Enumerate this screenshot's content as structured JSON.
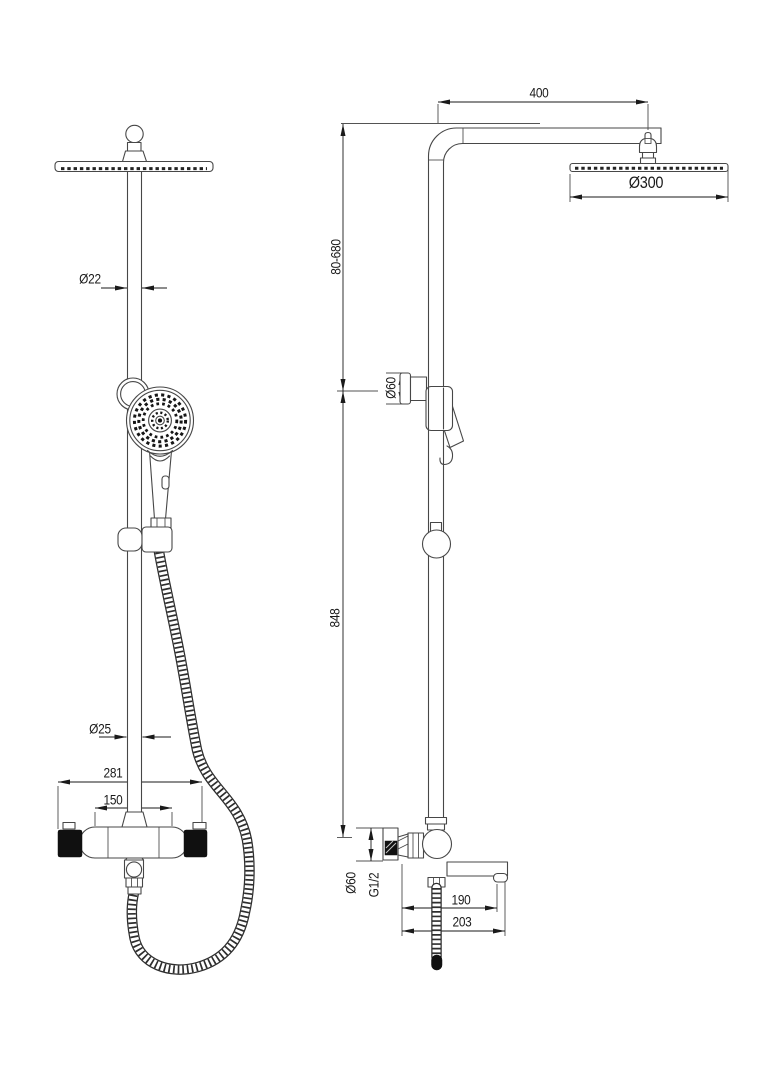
{
  "drawing": {
    "background": "#ffffff",
    "line_color": "#474747",
    "dimension_color": "#1a1a1a",
    "handle_color": "#101010",
    "views": {
      "front": {
        "dimensions": {
          "pipe_top_diameter": "Ø22",
          "pipe_bottom_diameter": "Ø25",
          "valve_overall_width": "281",
          "inlet_center_distance": "150"
        }
      },
      "side": {
        "dimensions": {
          "arm_length": "400",
          "head_diameter": "Ø300",
          "height_adjustable_range": "80-680",
          "handshower_head_diameter": "Ø60",
          "column_height": "848",
          "valve_body_diameter": "Ø60",
          "connection_thread": "G1/2",
          "spout_reach": "190",
          "spout_overall_reach": "203"
        }
      }
    }
  }
}
